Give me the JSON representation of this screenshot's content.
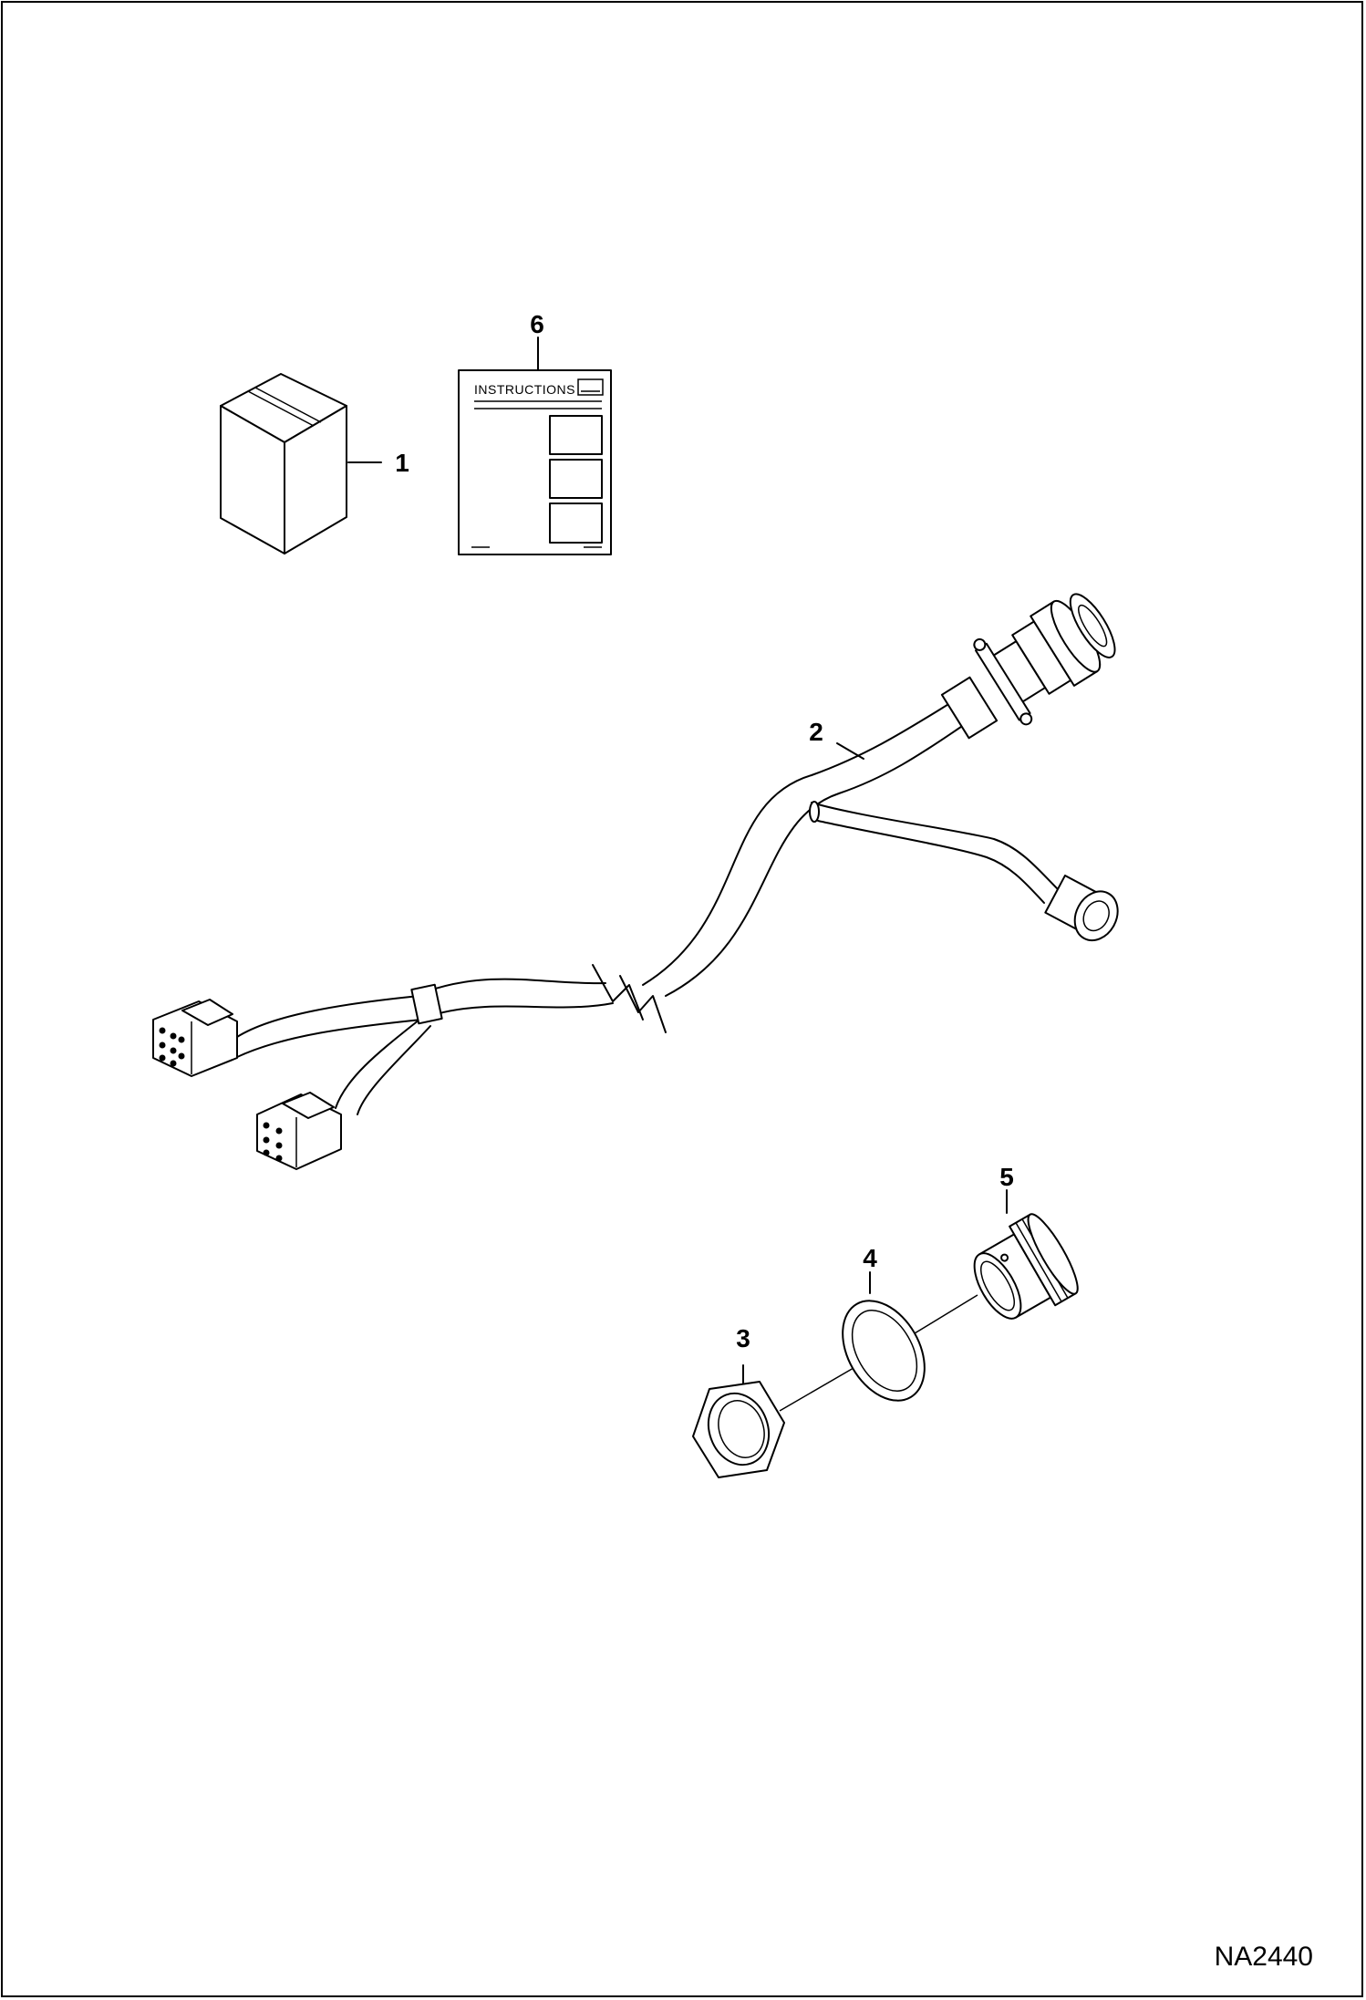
{
  "callouts": {
    "c1": "1",
    "c2": "2",
    "c3": "3",
    "c4": "4",
    "c5": "5",
    "c6": "6"
  },
  "instruction_sheet": {
    "header": "INSTRUCTIONS"
  },
  "doc_code": "NA2440",
  "colors": {
    "line": "#000000",
    "background": "#ffffff"
  }
}
